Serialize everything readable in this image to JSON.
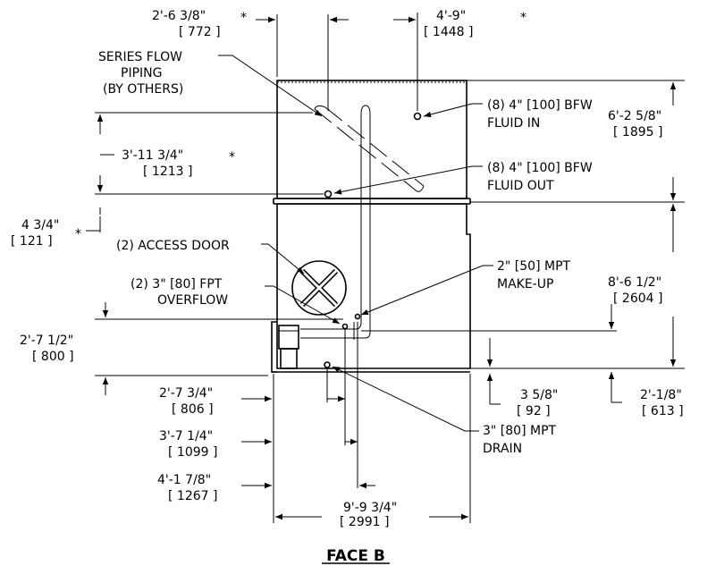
{
  "title": "FACE B",
  "labels": {
    "series_flow": [
      "SERIES FLOW",
      "PIPING",
      "(BY OTHERS)"
    ],
    "fluid_in": [
      "(8) 4\" [100] BFW",
      "FLUID IN"
    ],
    "fluid_out": [
      "(8) 4\" [100] BFW",
      "FLUID OUT"
    ],
    "access_door": "(2) ACCESS DOOR",
    "overflow": [
      "(2) 3\" [80] FPT",
      "OVERFLOW"
    ],
    "makeup": [
      "2\" [50] MPT",
      "MAKE-UP"
    ],
    "drain": [
      "3\" [80] MPT",
      "DRAIN"
    ]
  },
  "asterisk": "*",
  "dimensions": {
    "top_left": [
      "2'-6 3/8\"",
      "[ 772 ]"
    ],
    "top_right": [
      "4'-9\"",
      "[ 1448 ]"
    ],
    "left_upper": [
      "3'-11 3/4\"",
      "[ 1213 ]"
    ],
    "left_small": [
      "4 3/4\"",
      "[ 121 ]"
    ],
    "left_lower": [
      "2'-7 1/2\"",
      "[ 800 ]"
    ],
    "right_upper": [
      "6'-2 5/8\"",
      "[ 1895 ]"
    ],
    "right_lower": [
      "8'-6 1/2\"",
      "[ 2604 ]"
    ],
    "bottom_1": [
      "2'-7 3/4\"",
      "[ 806 ]"
    ],
    "bottom_2": [
      "3'-7 1/4\"",
      "[ 1099 ]"
    ],
    "bottom_3": [
      "4'-1 7/8\"",
      "[ 1267 ]"
    ],
    "bottom_width": [
      "9'-9 3/4\"",
      "[ 2991 ]"
    ],
    "right_small_a": [
      "3 5/8\"",
      "[ 92 ]"
    ],
    "right_small_b": [
      "2'-1/8\"",
      "[ 613 ]"
    ]
  }
}
